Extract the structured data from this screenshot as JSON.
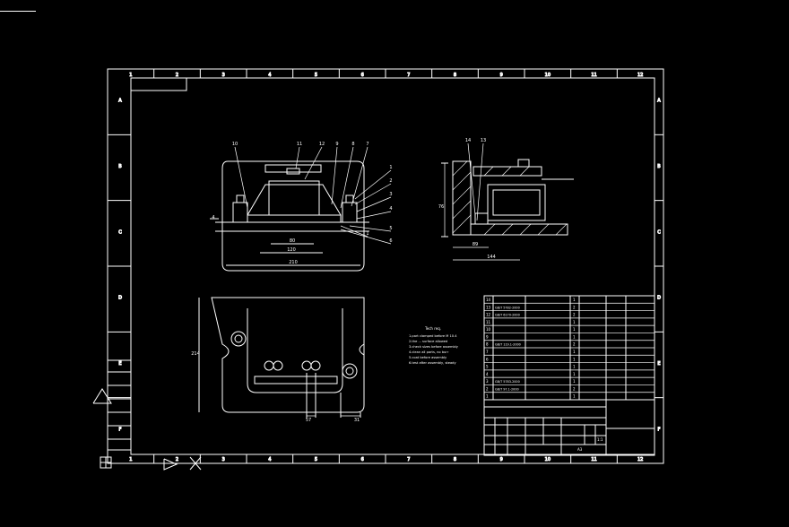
{
  "border": {
    "top_zones": [
      "1",
      "2",
      "3",
      "4",
      "5",
      "6",
      "7",
      "8",
      "9",
      "10",
      "11",
      "12"
    ],
    "bottom_zones": [
      "1",
      "2",
      "3",
      "4",
      "5",
      "6",
      "7",
      "8",
      "9",
      "10",
      "11",
      "12"
    ],
    "left_zones": [
      "A",
      "B",
      "C",
      "D",
      "E",
      "F"
    ],
    "right_zones": [
      "A",
      "B",
      "C",
      "D",
      "E",
      "F"
    ]
  },
  "front_view": {
    "balloons": [
      "10",
      "11",
      "12",
      "9",
      "8",
      "7",
      "1",
      "2",
      "3",
      "4",
      "5",
      "6",
      "1"
    ],
    "dims": [
      "80",
      "120",
      "210",
      "4"
    ]
  },
  "side_view": {
    "balloons": [
      "14",
      "13"
    ],
    "dims": [
      "89",
      "144",
      "76"
    ]
  },
  "top_view": {
    "dims": [
      "214",
      "57",
      "31"
    ]
  },
  "notes": {
    "title": "Tech req.",
    "lines": [
      "1.part clamped before M 10.4",
      "2.the ... surface allowed",
      "3.check sizes before assembly",
      "4.clean all parts, no burr",
      "5.coat before assembly",
      "6.test after assembly, steady"
    ]
  },
  "bom_rows": [
    {
      "no": "14",
      "code": "",
      "name": "",
      "qty": "1"
    },
    {
      "no": "13",
      "code": "GB/T 5782-2000",
      "name": "",
      "qty": "2"
    },
    {
      "no": "12",
      "code": "GB/T 6170-2000",
      "name": "",
      "qty": "2"
    },
    {
      "no": "11",
      "code": "",
      "name": "",
      "qty": "1"
    },
    {
      "no": "10",
      "code": "",
      "name": "",
      "qty": "1"
    },
    {
      "no": "9",
      "code": "",
      "name": "",
      "qty": "1"
    },
    {
      "no": "8",
      "code": "GB/T 119.1-2000",
      "name": "",
      "qty": "2"
    },
    {
      "no": "7",
      "code": "",
      "name": "",
      "qty": "1"
    },
    {
      "no": "6",
      "code": "",
      "name": "",
      "qty": "1"
    },
    {
      "no": "5",
      "code": "",
      "name": "",
      "qty": "1"
    },
    {
      "no": "4",
      "code": "",
      "name": "",
      "qty": "1"
    },
    {
      "no": "3",
      "code": "GB/T 5783-2000",
      "name": "",
      "qty": "1"
    },
    {
      "no": "2",
      "code": "GB/T 97.1-2000",
      "name": "",
      "qty": "2"
    },
    {
      "no": "1",
      "code": "",
      "name": "",
      "qty": "1"
    }
  ],
  "title_block": {
    "scale": "1:1",
    "sheet": "A3"
  },
  "side_strip": {
    "labels": [
      "",
      "",
      "",
      "",
      "",
      "",
      ""
    ]
  }
}
